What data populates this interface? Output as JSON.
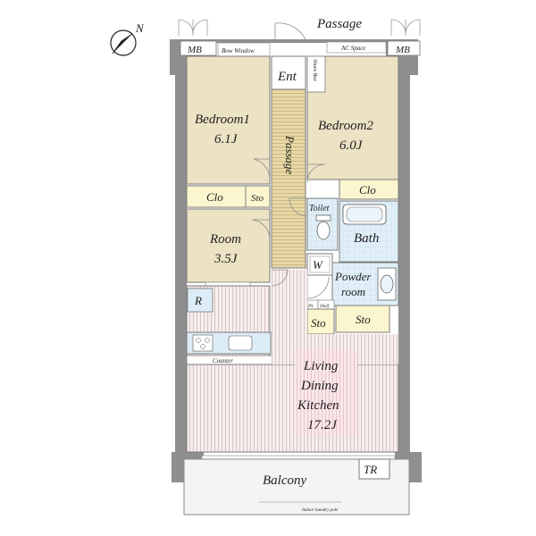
{
  "colors": {
    "bedroom": "#ece2c4",
    "passage": "#e5d6a4",
    "closet": "#fbf6cf",
    "wet": "#dcedf7",
    "ldk_floor": "#f5e9e9",
    "ldk_highlight": "#fbe8ec",
    "wall": "#8f8f8f",
    "balcony": "#f4f4f4"
  },
  "labels": {
    "passage_outside": "Passage",
    "mb_left": "MB",
    "mb_right": "MB",
    "bow_window": "Bow Window",
    "ac_space": "AC Space",
    "entrance": "Ent",
    "shoes_box": "Shoes Box",
    "bedroom1_name": "Bedroom1",
    "bedroom1_size": "6.1J",
    "bedroom2_name": "Bedroom2",
    "bedroom2_size": "6.0J",
    "passage_inside": "Passage",
    "closet_left": "Clo",
    "storage_left": "Sto",
    "closet_right": "Clo",
    "toilet": "Toilet",
    "bath": "Bath",
    "room_name": "Room",
    "room_size": "3.5J",
    "washer": "W",
    "powder_room_line1": "Powder",
    "powder_room_line2": "room",
    "refrigerator": "R",
    "ps": "PS",
    "shelf": "Shelf",
    "storage_mid": "Sto",
    "storage_right": "Sto",
    "counter": "Counter",
    "ldk_line1": "Living",
    "ldk_line2": "Dining",
    "ldk_line3": "Kitchen",
    "ldk_size": "17.2J",
    "trunk_room": "TR",
    "balcony": "Balcony",
    "indoor_laundry_pole": "Indoor laundry pole",
    "north": "N"
  },
  "icons": {
    "compass": "north-compass-icon",
    "bathtub": "bathtub-icon",
    "toilet": "toilet-icon",
    "sink": "sink-icon",
    "stove": "stove-icon"
  }
}
